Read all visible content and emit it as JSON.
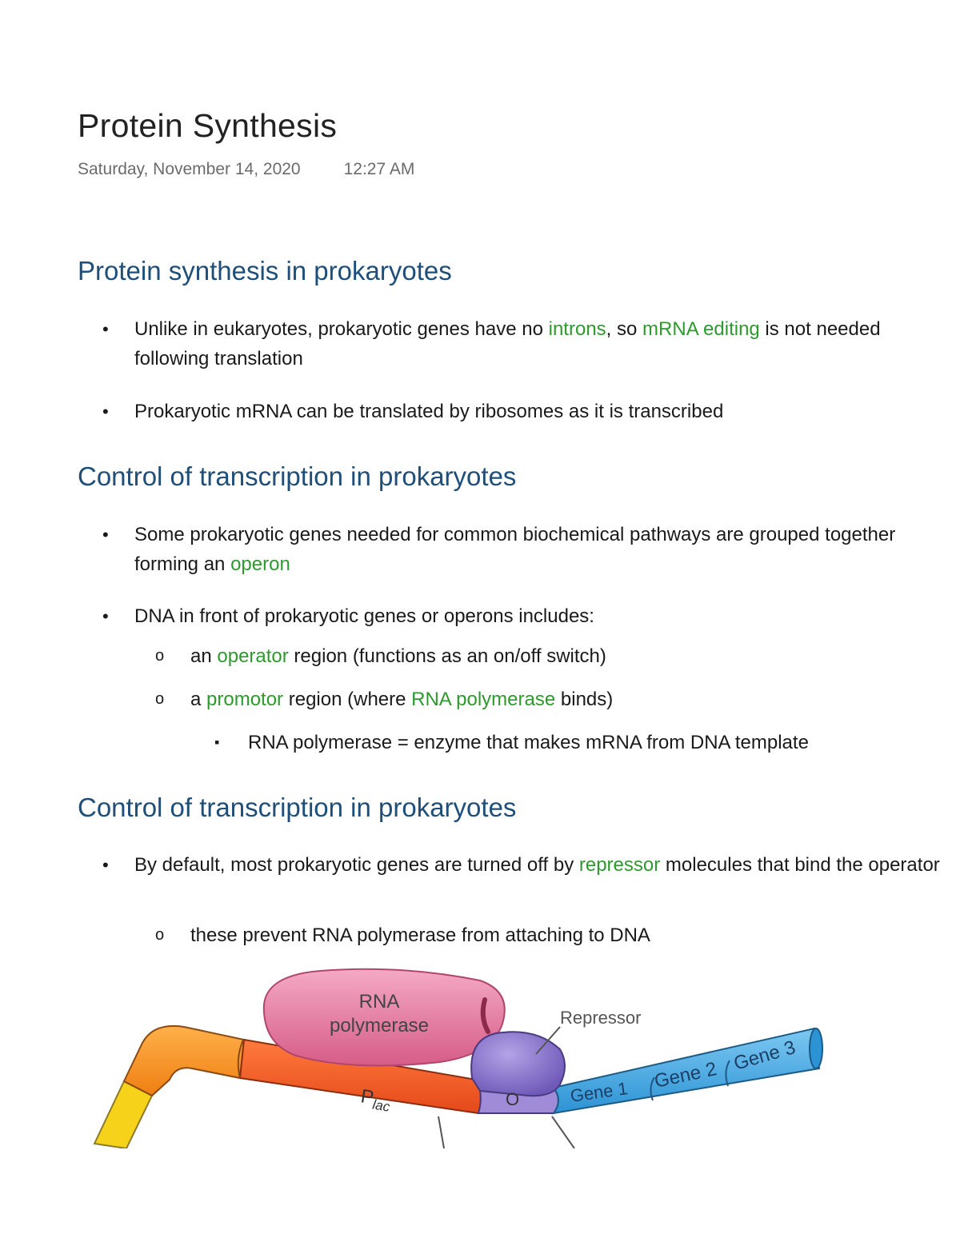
{
  "note": {
    "title": "Protein Synthesis",
    "date": "Saturday, November 14, 2020",
    "time": "12:27 AM"
  },
  "sections": {
    "s1": {
      "heading": "Protein synthesis in prokaryotes",
      "b1": {
        "t1": "Unlike in eukaryotes, prokaryotic genes have no ",
        "k1": "introns",
        "t2": ", so ",
        "k2": "mRNA editing",
        "t3": " is not needed following translation"
      },
      "b2": {
        "t1": "Prokaryotic mRNA can be translated by ribosomes as it is transcribed"
      }
    },
    "s2": {
      "heading": "Control of transcription in prokaryotes",
      "b1": {
        "t1": "Some prokaryotic genes needed for common biochemical pathways are grouped together forming an ",
        "k1": "operon"
      },
      "b2": {
        "t1": "DNA in front of prokaryotic genes or operons includes:"
      },
      "b2a": {
        "t1": "an ",
        "k1": "operator",
        "t2": " region (functions as an on/off switch)"
      },
      "b2b": {
        "t1": "a ",
        "k1": "promotor",
        "t2": " region (where ",
        "k2": "RNA polymerase",
        "t3": " binds)"
      },
      "b2b1": {
        "t1": "RNA polymerase = enzyme that makes mRNA from DNA template"
      }
    },
    "s3": {
      "heading": "Control of transcription in prokaryotes",
      "b1": {
        "t1": "By default, most prokaryotic genes are turned off by ",
        "k1": "repressor",
        "t2": " molecules that bind the operator"
      },
      "b1a": {
        "t1": "these prevent RNA polymerase from attaching to DNA"
      }
    }
  },
  "bullets": {
    "level1": "•",
    "level2": "o",
    "level3": "▪"
  },
  "figure": {
    "rna_polymerase_line1": "RNA",
    "rna_polymerase_line2": "polymerase",
    "repressor": "Repressor",
    "promoter": "P",
    "promoter_sub": "lac",
    "operator": "O",
    "gene1": "Gene 1",
    "gene2": "Gene 2",
    "gene3": "Gene 3"
  },
  "colors": {
    "heading": "#1f4e79",
    "keyword": "#2e9a2e",
    "rna_polymerase": "#e0759a",
    "repressor": "#8a73c9",
    "promoter": "#f05a24",
    "dna_upstream": "#f7941d",
    "dna_end": "#f6d21b",
    "genes": "#3aa9e6"
  }
}
